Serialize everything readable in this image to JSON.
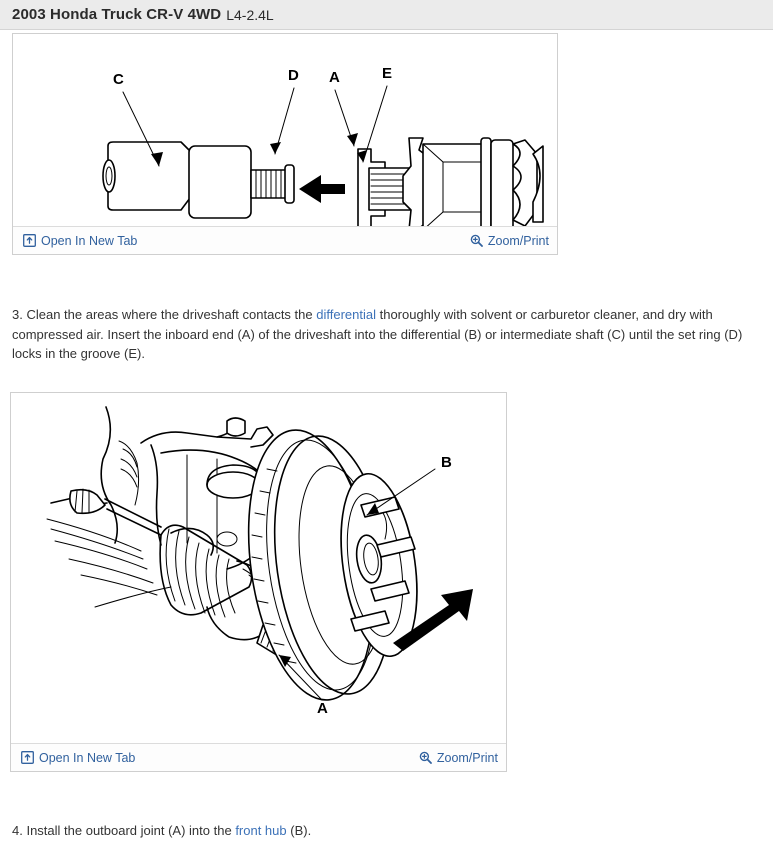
{
  "header": {
    "vehicle_title": "2003 Honda Truck CR-V 4WD",
    "engine": "L4-2.4L",
    "background_color": "#ebebeb"
  },
  "theme": {
    "link_color": "#3d72b8",
    "toolbar_link_color": "#31619e",
    "text_color": "#333333",
    "panel_border_color": "#cfcfcf"
  },
  "figures": [
    {
      "id": "figure-1",
      "alt": "Exploded view of driveshaft inboard end, intermediate shaft and differential showing set ring and groove",
      "callouts": [
        "C",
        "D",
        "A",
        "E"
      ],
      "toolbar": {
        "open_in_new_tab": "Open In New Tab",
        "open_in_new_tab_icon": "external-window-icon",
        "zoom_print": "Zoom/Print",
        "zoom_print_icon": "magnifier-plus-icon"
      }
    },
    {
      "id": "figure-2",
      "alt": "Front hub and brake rotor assembly with outboard joint of driveshaft being installed",
      "callouts": [
        "B",
        "A"
      ],
      "toolbar": {
        "open_in_new_tab": "Open In New Tab",
        "open_in_new_tab_icon": "external-window-icon",
        "zoom_print": "Zoom/Print",
        "zoom_print_icon": "magnifier-plus-icon"
      }
    }
  ],
  "instructions": {
    "step3": {
      "number": "3.",
      "part1": " Clean the areas where the driveshaft contacts the ",
      "link1": "differential",
      "part2": " thoroughly with solvent or carburetor cleaner, and dry with compressed air. Insert the inboard end (A) of the driveshaft into the differential (B) or intermediate shaft (C) until the set ring (D) locks in the groove (E)."
    },
    "step4": {
      "number": "4.",
      "part1": " Install the outboard joint (A) into the ",
      "link1": "front hub",
      "part2": " (B)."
    }
  }
}
